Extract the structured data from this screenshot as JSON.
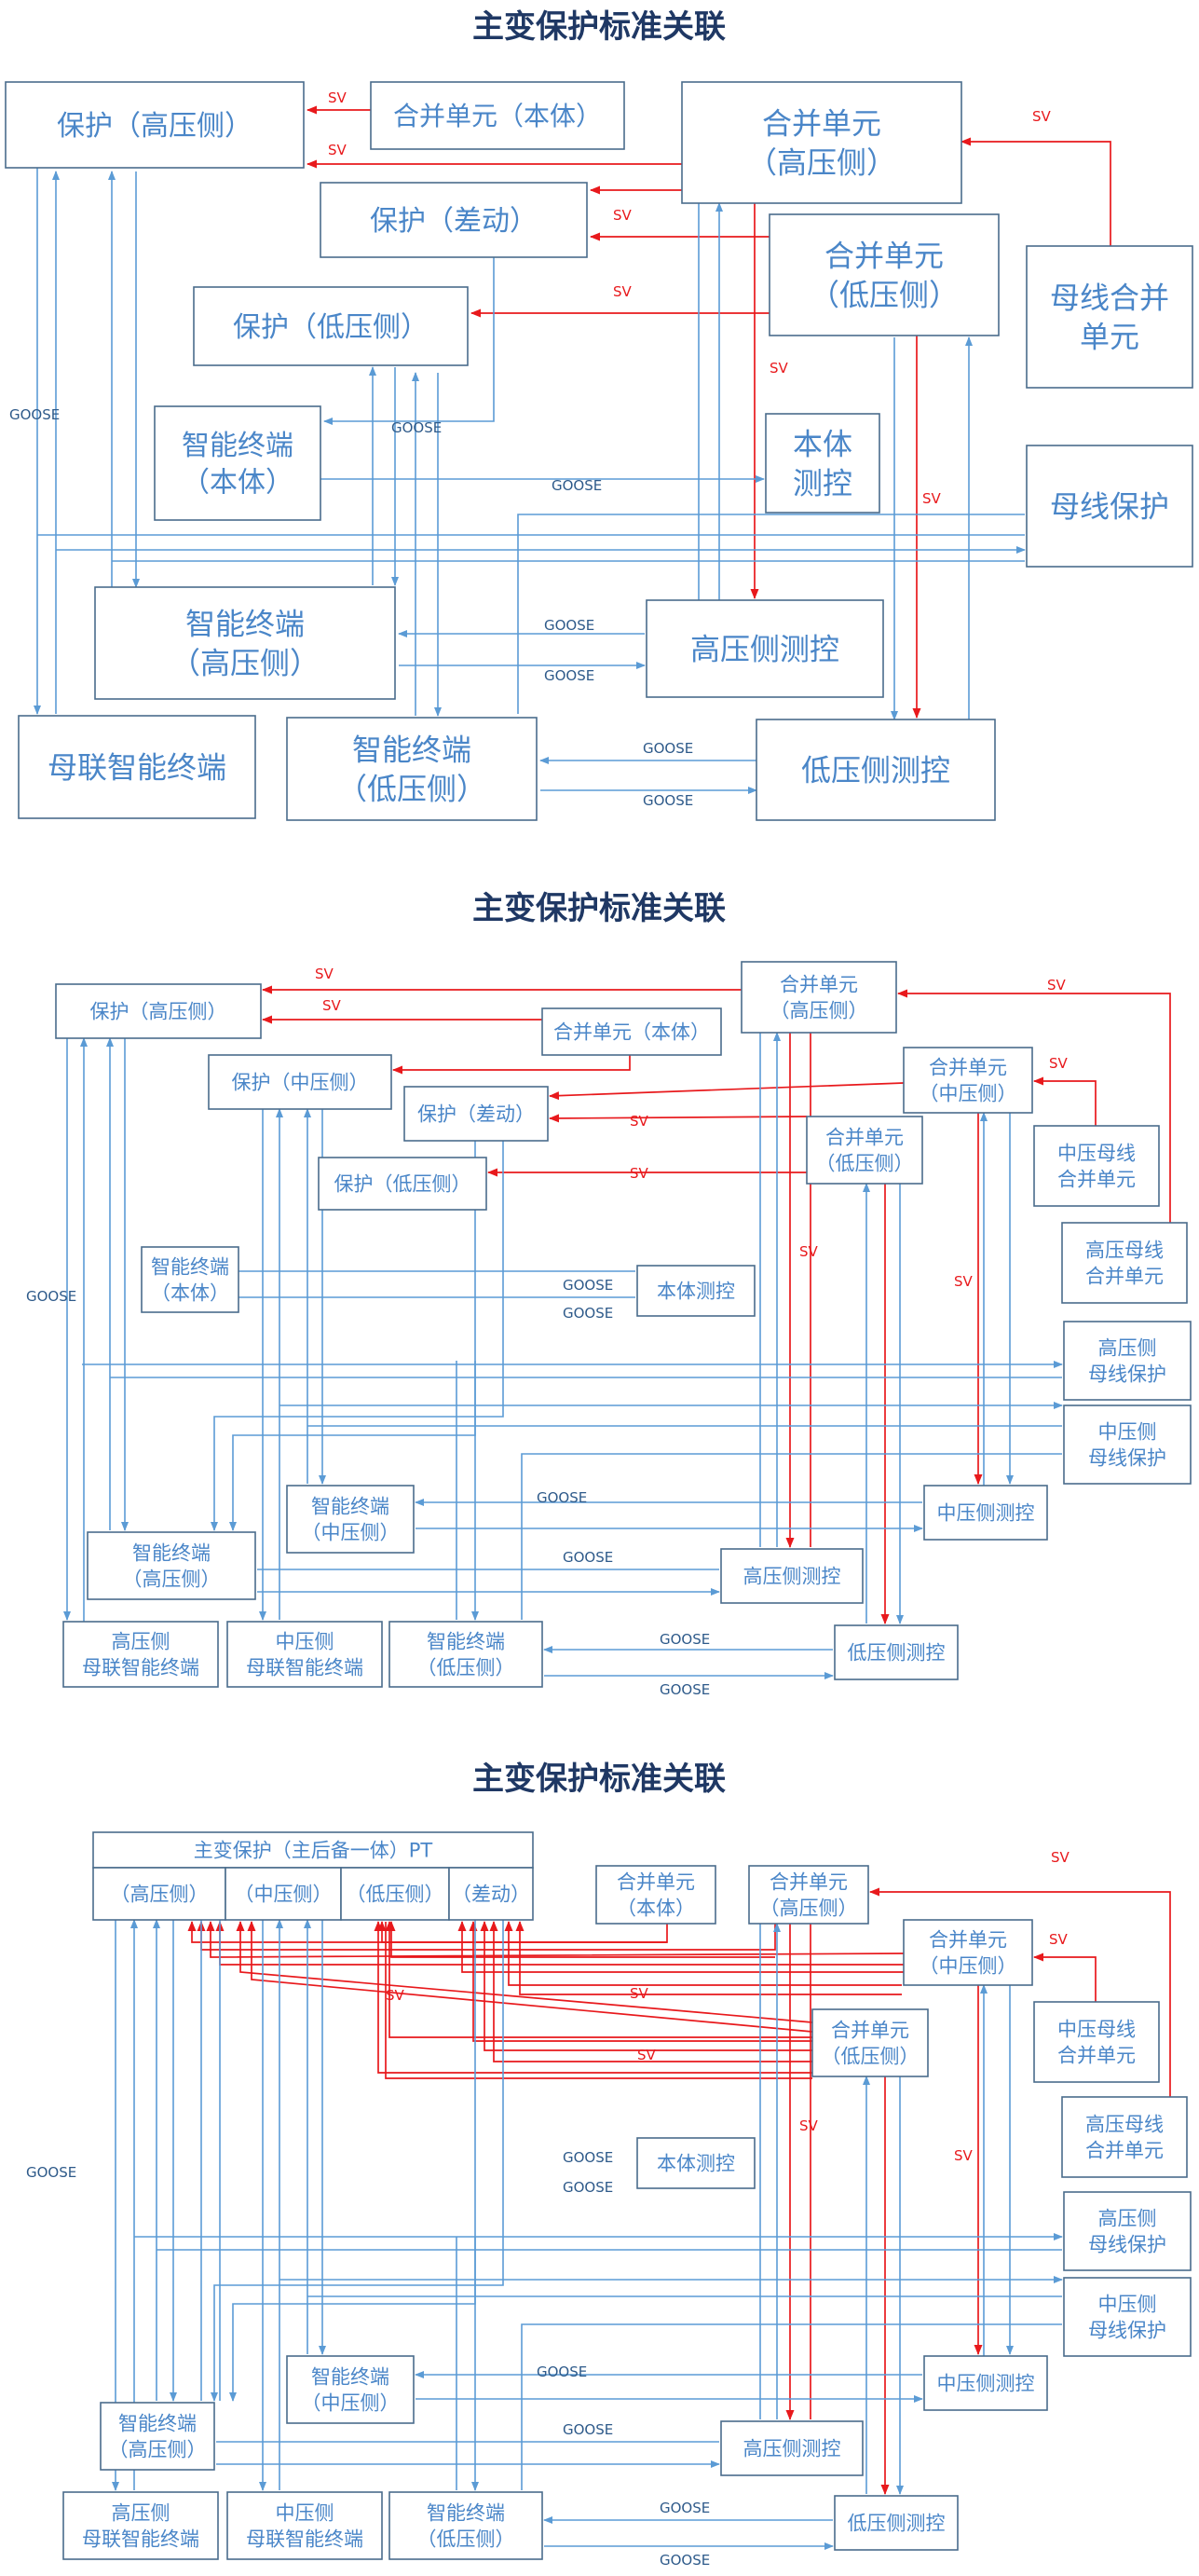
{
  "sections": [
    {
      "title": "主变保护标准关联",
      "boxes": {
        "prot_hv": "保护（高压侧）",
        "mu_body": "合并单元（本体）",
        "mu_hv": [
          "合并单元",
          "（高压侧）"
        ],
        "prot_diff": "保护（差动）",
        "mu_lv": [
          "合并单元",
          "（低压侧）"
        ],
        "prot_lv": "保护（低压侧）",
        "bus_mu": [
          "母线合并",
          "单元"
        ],
        "it_body": [
          "智能终端",
          "（本体）"
        ],
        "mc_body": [
          "本体",
          "测控"
        ],
        "bus_prot": "母线保护",
        "it_hv": [
          "智能终端",
          "（高压侧）"
        ],
        "mc_hv": "高压侧测控",
        "bc_it": "母联智能终端",
        "it_lv": [
          "智能终端",
          "（低压侧）"
        ],
        "mc_lv": "低压侧测控"
      }
    },
    {
      "title": "主变保护标准关联",
      "boxes": {
        "prot_hv": "保护（高压侧）",
        "mu_hv": [
          "合并单元",
          "（高压侧）"
        ],
        "mu_body": "合并单元（本体）",
        "prot_mv": "保护（中压侧）",
        "mu_mv": [
          "合并单元",
          "（中压侧）"
        ],
        "prot_diff": "保护（差动）",
        "mu_lv": [
          "合并单元",
          "（低压侧）"
        ],
        "prot_lv": "保护（低压侧）",
        "mv_bus_mu": [
          "中压母线",
          "合并单元"
        ],
        "hv_bus_mu": [
          "高压母线",
          "合并单元"
        ],
        "it_body": [
          "智能终端",
          "（本体）"
        ],
        "mc_body": "本体测控",
        "hv_bus_prot": [
          "高压侧",
          "母线保护"
        ],
        "mv_bus_prot": [
          "中压侧",
          "母线保护"
        ],
        "it_mv": [
          "智能终端",
          "（中压侧）"
        ],
        "mc_mv": "中压侧测控",
        "it_hv": [
          "智能终端",
          "（高压侧）"
        ],
        "mc_hv": "高压侧测控",
        "hv_bc_it": [
          "高压侧",
          "母联智能终端"
        ],
        "mv_bc_it": [
          "中压侧",
          "母联智能终端"
        ],
        "it_lv": [
          "智能终端",
          "（低压侧）"
        ],
        "mc_lv": "低压侧测控"
      }
    },
    {
      "title": "主变保护标准关联",
      "boxes": {
        "pt_header": "主变保护（主后备一体）PT",
        "pt_hv": "（高压侧）",
        "pt_mv": "（中压侧）",
        "pt_lv": "（低压侧）",
        "pt_diff": "（差动）",
        "mu_body": [
          "合并单元",
          "（本体）"
        ],
        "mu_hv": [
          "合并单元",
          "（高压侧）"
        ],
        "mu_mv": [
          "合并单元",
          "（中压侧）"
        ],
        "mu_lv": [
          "合并单元",
          "（低压侧）"
        ],
        "mv_bus_mu": [
          "中压母线",
          "合并单元"
        ],
        "hv_bus_mu": [
          "高压母线",
          "合并单元"
        ],
        "mc_body": "本体测控",
        "hv_bus_prot": [
          "高压侧",
          "母线保护"
        ],
        "mv_bus_prot": [
          "中压侧",
          "母线保护"
        ],
        "it_mv": [
          "智能终端",
          "（中压侧）"
        ],
        "mc_mv": "中压侧测控",
        "it_hv": [
          "智能终端",
          "（高压侧）"
        ],
        "mc_hv": "高压侧测控",
        "hv_bc_it": [
          "高压侧",
          "母联智能终端"
        ],
        "mv_bc_it": [
          "中压侧",
          "母联智能终端"
        ],
        "it_lv": [
          "智能终端",
          "（低压侧）"
        ],
        "mc_lv": "低压侧测控"
      }
    }
  ],
  "labels": {
    "sv": "SV",
    "goose": "GOOSE"
  },
  "colors": {
    "title": "#1f3864",
    "box_border": "#4a6c8c",
    "box_text": "#4a86c8",
    "goose_line": "#5b9bd5",
    "sv_line": "#e8191c"
  }
}
